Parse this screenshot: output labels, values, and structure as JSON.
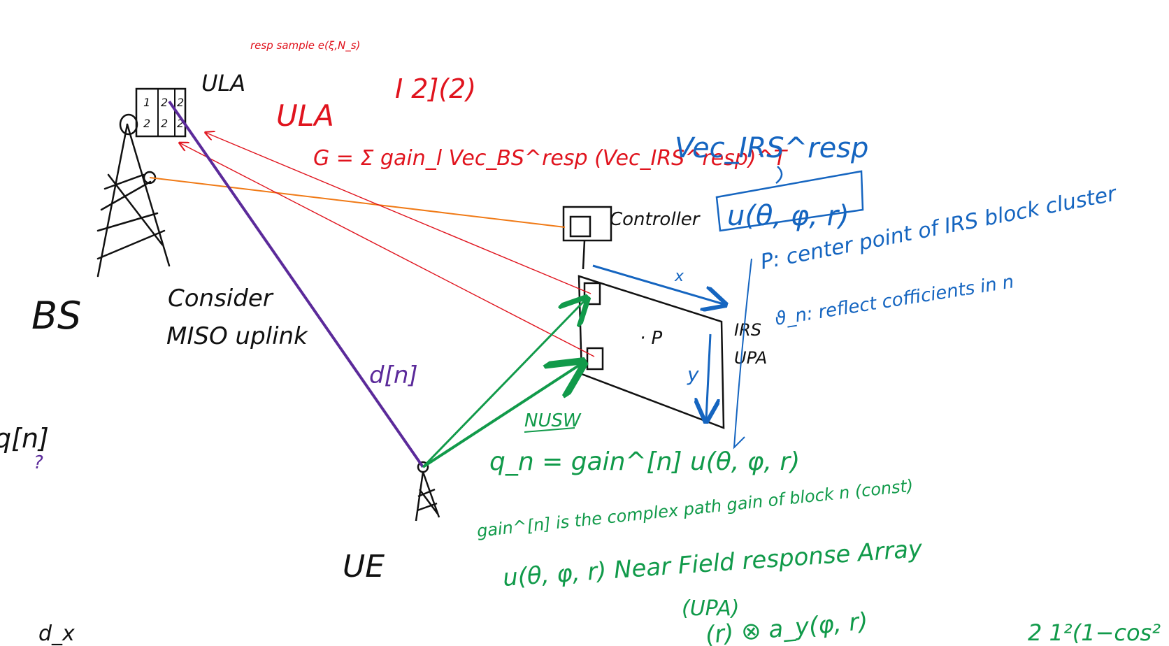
{
  "colors": {
    "ink": "#111111",
    "red": "#e0141e",
    "blue": "#1565c0",
    "green": "#119a4a",
    "purple": "#5b2a9a",
    "orange": "#f07a16"
  },
  "labels": {
    "ula": "ULA",
    "bs": "BS",
    "ue": "UE",
    "controller": "Controller",
    "irs": "IRS",
    "upa": "UPA",
    "p_point": "· P",
    "x_axis": "x",
    "y_axis": "y",
    "consider_line1": "Consider",
    "consider_line2": "MISO uplink",
    "d_channel": "d[n]",
    "q_left": "q[n]",
    "q_question": "?"
  },
  "red_notes": {
    "resp_sample": "resp sample e(ξ,N_s)",
    "section": "I 2](2)",
    "ula_abbr": "ULA",
    "g_formula": "G = Σ gain_l Vec_BS^resp (Vec_IRS^resp)^T"
  },
  "blue_notes": {
    "vec_irs": "Vec_IRS^resp",
    "u_box": "u(θ, φ, r)",
    "p_def": "P: center point of IRS block cluster",
    "theta_def": "ϑ_n: reflect cofficients in n"
  },
  "green_notes": {
    "nusw": "NUSW",
    "q_formula": "q_n = gain^[n] u(θ, φ, r)",
    "gain_desc": "gain^[n] is the complex path gain of block n (const)",
    "u_line": "u(θ, φ, r)    Near Field response Array",
    "upa_paren": "(UPA)",
    "kron_partial": "(r) ⊗ a_y(φ, r)"
  },
  "bottom": {
    "left_partial": "d_x",
    "right_partial": "2 1²(1−cos²"
  },
  "ula_cells": [
    "1",
    "2",
    "2",
    "2",
    "2",
    "2"
  ]
}
